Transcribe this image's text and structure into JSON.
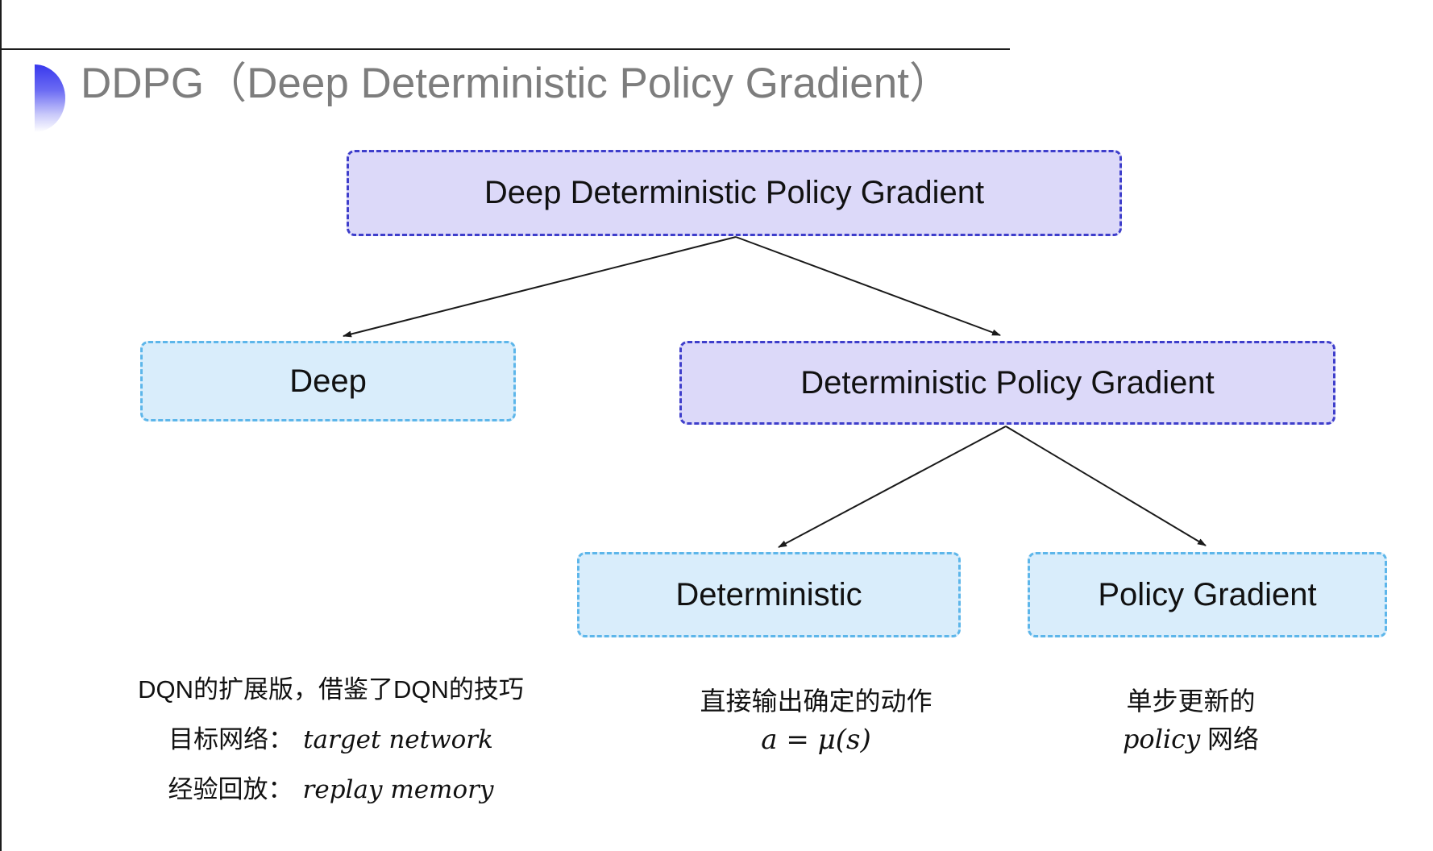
{
  "header": {
    "title": "DDPG（Deep Deterministic Policy Gradient）",
    "bullet_icon": "half-circle-gradient"
  },
  "colors": {
    "purple_fill": "#dcd9f9",
    "purple_border": "#3e3ecb",
    "blue_fill": "#d9edfb",
    "blue_border": "#5db6ea",
    "title_gray": "#7d7d7d",
    "text_black": "#111111",
    "bullet_top": "#3838ed",
    "arrow": "#1a1a1a"
  },
  "diagram": {
    "nodes": {
      "root": {
        "label": "Deep Deterministic Policy Gradient",
        "style": "purple"
      },
      "deep": {
        "label": "Deep",
        "style": "blue"
      },
      "dpg": {
        "label": "Deterministic Policy Gradient",
        "style": "purple"
      },
      "deterministic": {
        "label": "Deterministic",
        "style": "blue"
      },
      "policy_gradient": {
        "label": "Policy Gradient",
        "style": "blue"
      }
    },
    "edges": [
      {
        "from": "root",
        "to": "deep"
      },
      {
        "from": "root",
        "to": "dpg"
      },
      {
        "from": "dpg",
        "to": "deterministic"
      },
      {
        "from": "dpg",
        "to": "policy_gradient"
      }
    ]
  },
  "notes": {
    "deep": {
      "line1": "DQN的扩展版，借鉴了DQN的技巧",
      "line2_label": "目标网络：",
      "line2_value": "target network",
      "line3_label": "经验回放：",
      "line3_value": "replay memory"
    },
    "deterministic": {
      "line1": "直接输出确定的动作",
      "formula": "a = μ(s)"
    },
    "policy_gradient": {
      "line1": "单步更新的",
      "line2_italic": "policy",
      "line2_suffix": " 网络"
    }
  }
}
